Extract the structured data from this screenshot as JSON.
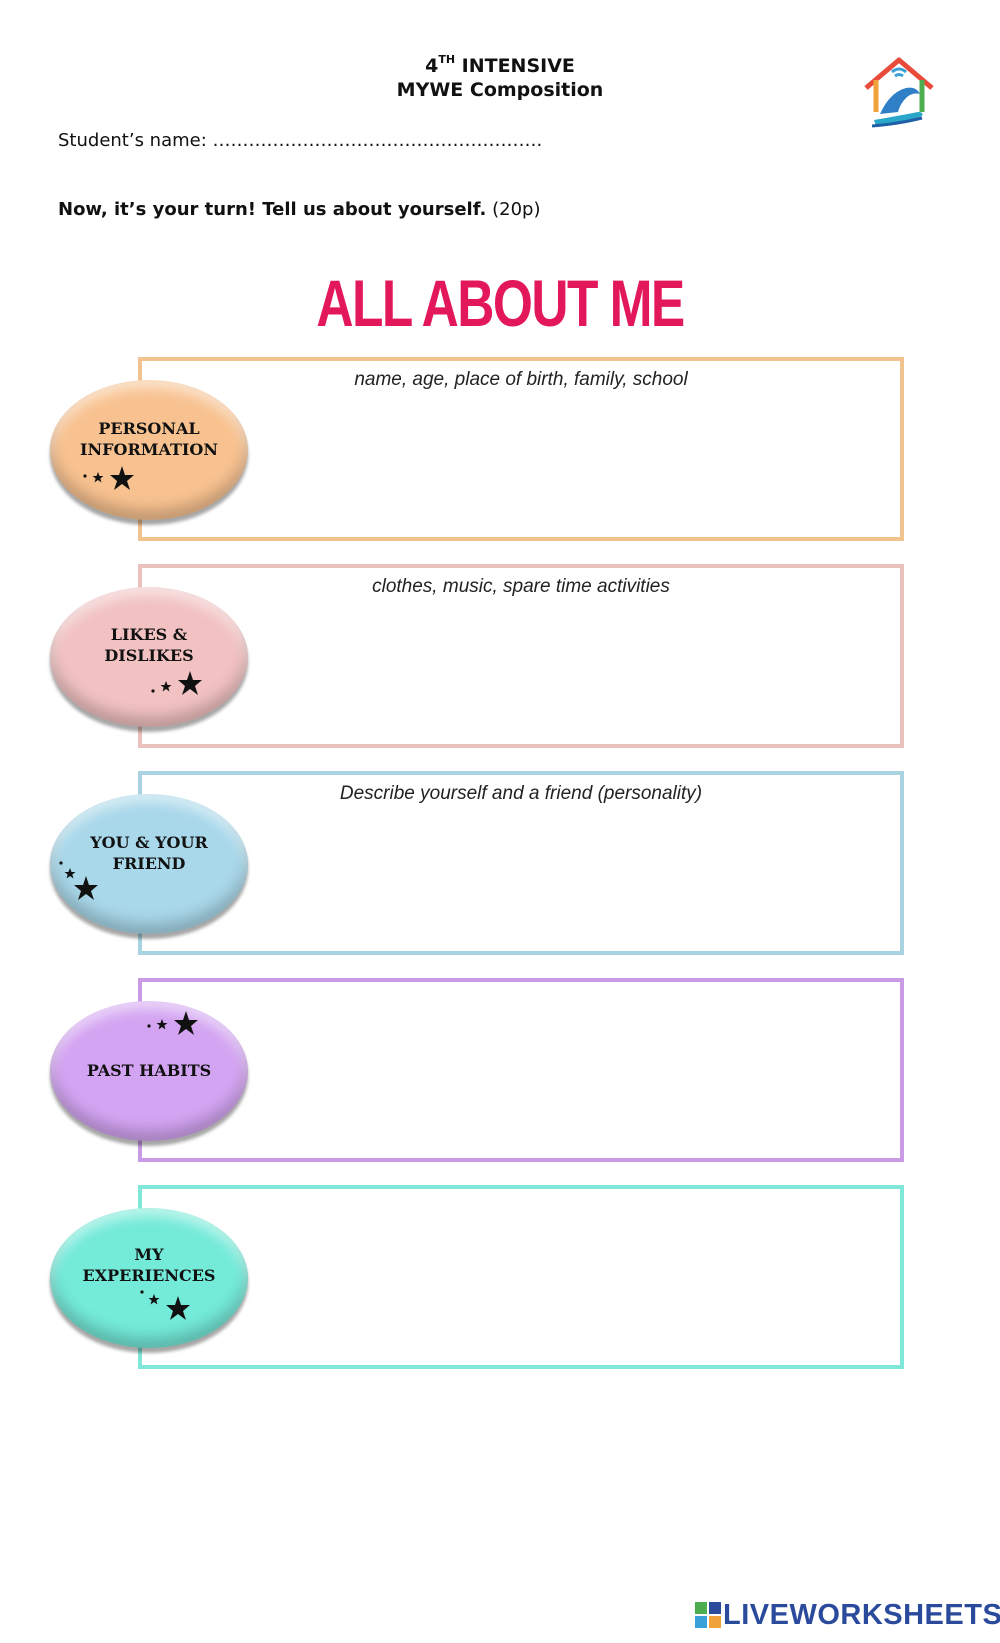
{
  "header": {
    "ordinal": "4",
    "ordinal_sup": "TH",
    "line1_rest": " INTENSIVE",
    "line2": "MYWE Composition"
  },
  "student_name": {
    "label": "Student’s name: ",
    "dots": "………………………………………………."
  },
  "instruction": {
    "bold": "Now, it’s your turn! Tell us about yourself.",
    "points": " (20p)"
  },
  "title": "ALL ABOUT ME",
  "sections": [
    {
      "label_line1": "PERSONAL",
      "label_line2": "INFORMATION",
      "hint": "name, age, place of birth, family, school",
      "color": "#f8c290",
      "border": "#f3c38f"
    },
    {
      "label_line1": "LIKES &",
      "label_line2": "DISLIKES",
      "hint": "clothes, music, spare time activities",
      "color": "#f2c2c2",
      "border": "#e9c1bd"
    },
    {
      "label_line1": "YOU & YOUR",
      "label_line2": "FRIEND",
      "hint": "Describe yourself and a friend (personality)",
      "color": "#a9d8ea",
      "border": "#a9d3e0"
    },
    {
      "label_line1": "PAST HABITS",
      "label_line2": "",
      "hint": "",
      "color": "#d3a4f2",
      "border": "#c99be6"
    },
    {
      "label_line1": "MY",
      "label_line2": "EXPERIENCES",
      "hint": "",
      "color": "#74ead9",
      "border": "#7fe8d8"
    }
  ],
  "footer": {
    "brand": "LIVEWORKSHEETS"
  },
  "icons": {
    "logo": "house-hand-logo-icon",
    "stars": "star-icon",
    "footer_logo": "liveworksheets-logo-icon"
  }
}
